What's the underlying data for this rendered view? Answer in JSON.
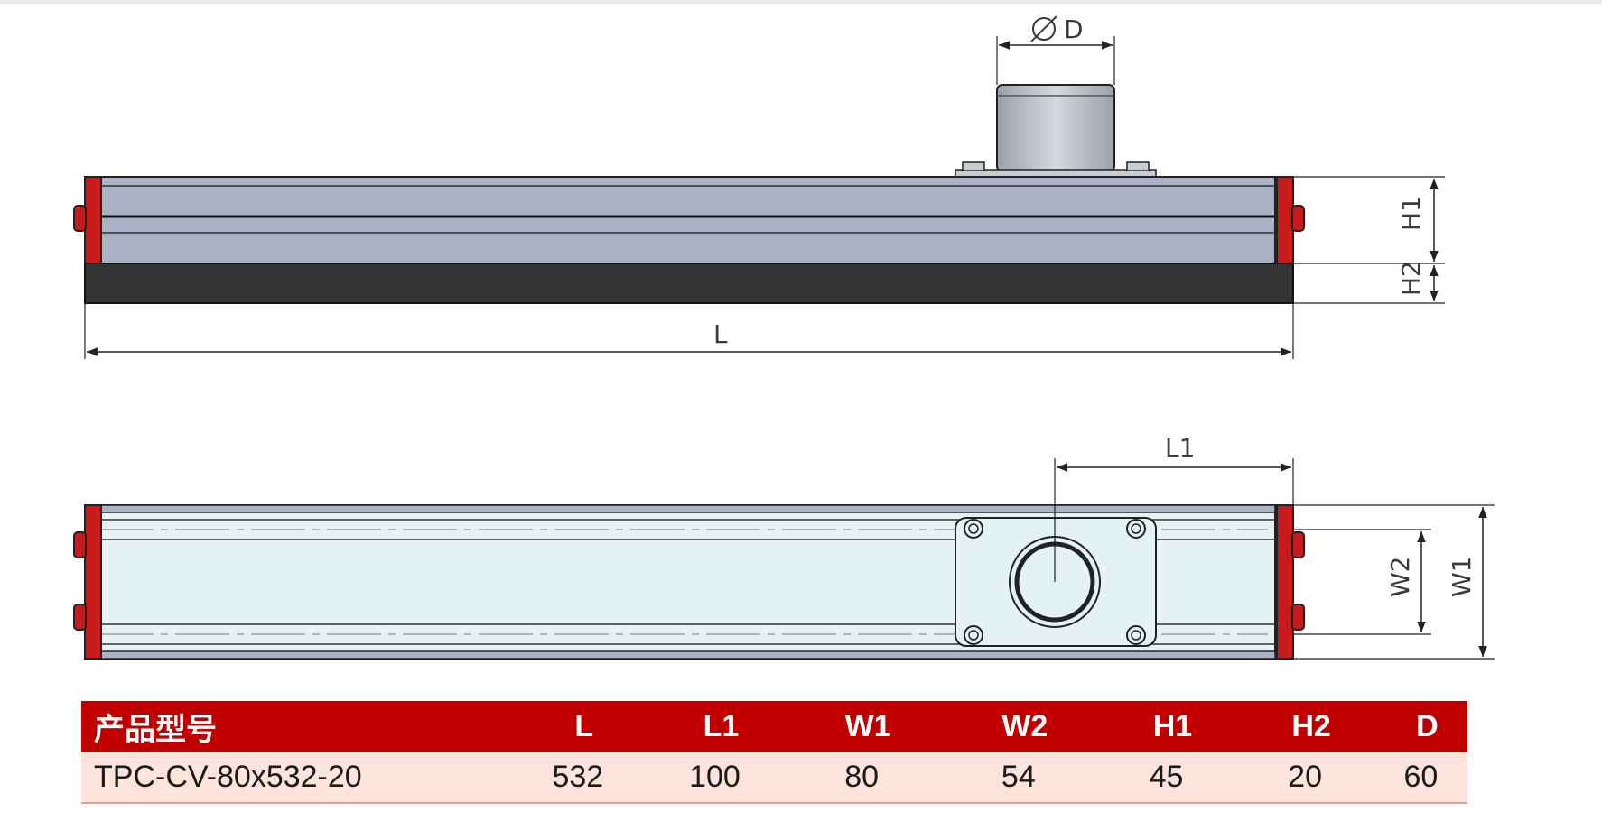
{
  "drawing": {
    "front_view_labels": {
      "diameter": "D",
      "length": "L",
      "height1": "H1",
      "height2": "H2"
    },
    "top_view_labels": {
      "offset": "L1",
      "width1": "W1",
      "width2": "W2"
    },
    "colors": {
      "body": "#aab2c6",
      "end_cap": "#c81a1a",
      "base": "#333333",
      "port": "#b9bdc6",
      "outline": "#222222"
    }
  },
  "table": {
    "headers": [
      "产品型号",
      "L",
      "L1",
      "W1",
      "W2",
      "H1",
      "H2",
      "D"
    ],
    "rows": [
      [
        "TPC-CV-80x532-20",
        "532",
        "100",
        "80",
        "54",
        "45",
        "20",
        "60"
      ]
    ],
    "colors": {
      "header_bg": "#c00000",
      "row_bg": "#fce4dc"
    }
  }
}
